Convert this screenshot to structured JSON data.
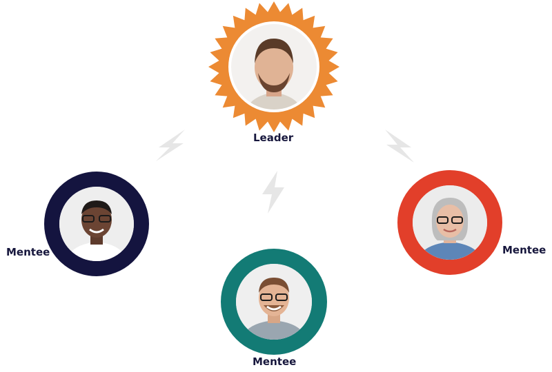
{
  "leader": {
    "label": "Leader",
    "badge_color": "#ec8a33"
  },
  "mentees": [
    {
      "label": "Mentee",
      "ring_color": "#14143f",
      "name": "mentee-left"
    },
    {
      "label": "Mentee",
      "ring_color": "#137b75",
      "name": "mentee-bottom"
    },
    {
      "label": "Mentee",
      "ring_color": "#e23f2a",
      "name": "mentee-right"
    }
  ],
  "connector_icon": "lightning-bolt-icon",
  "connector_color": "#e6e6e6"
}
